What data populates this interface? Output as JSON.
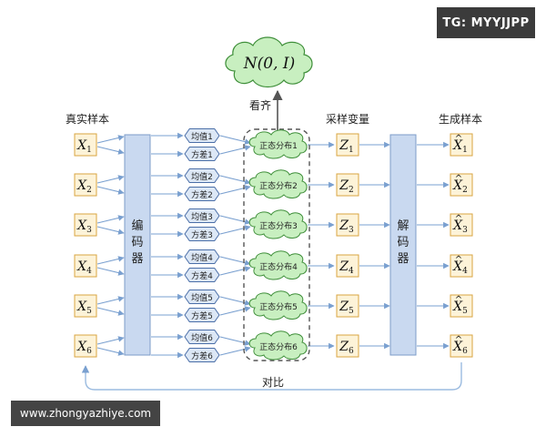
{
  "watermarks": {
    "top_right": "TG: MYYJJPP",
    "bottom_left": "www.zhongyazhiye.com"
  },
  "headers": {
    "real_samples": "真实样本",
    "sampled_vars": "采样变量",
    "generated": "生成样本",
    "align": "看齐",
    "compare": "对比"
  },
  "prior": {
    "label": "N(0, I)"
  },
  "encoder": {
    "label": [
      "编",
      "码",
      "器"
    ]
  },
  "decoder": {
    "label": [
      "解",
      "码",
      "器"
    ]
  },
  "rows": [
    {
      "x": "1",
      "mean": "均值1",
      "var": "方差1",
      "dist": "正态分布1",
      "z": "1"
    },
    {
      "x": "2",
      "mean": "均值2",
      "var": "方差2",
      "dist": "正态分布2",
      "z": "2"
    },
    {
      "x": "3",
      "mean": "均值3",
      "var": "方差3",
      "dist": "正态分布3",
      "z": "3"
    },
    {
      "x": "4",
      "mean": "均值4",
      "var": "方差4",
      "dist": "正态分布4",
      "z": "4"
    },
    {
      "x": "5",
      "mean": "均值5",
      "var": "方差5",
      "dist": "正态分布5",
      "z": "5"
    },
    {
      "x": "6",
      "mean": "均值6",
      "var": "方差6",
      "dist": "正态分布6",
      "z": "6"
    }
  ],
  "colors": {
    "sample_box_fill": "#fdf3d8",
    "sample_box_stroke": "#d9a441",
    "coder_fill": "#c9d9f0",
    "coder_stroke": "#7d9cc8",
    "hex_fill": "#dce7f5",
    "hex_stroke": "#4b6fa8",
    "cloud_fill": "#c8efc0",
    "cloud_stroke": "#3f8f3a",
    "arrow": "#7aa0d0",
    "dashed_box": "#555555"
  }
}
